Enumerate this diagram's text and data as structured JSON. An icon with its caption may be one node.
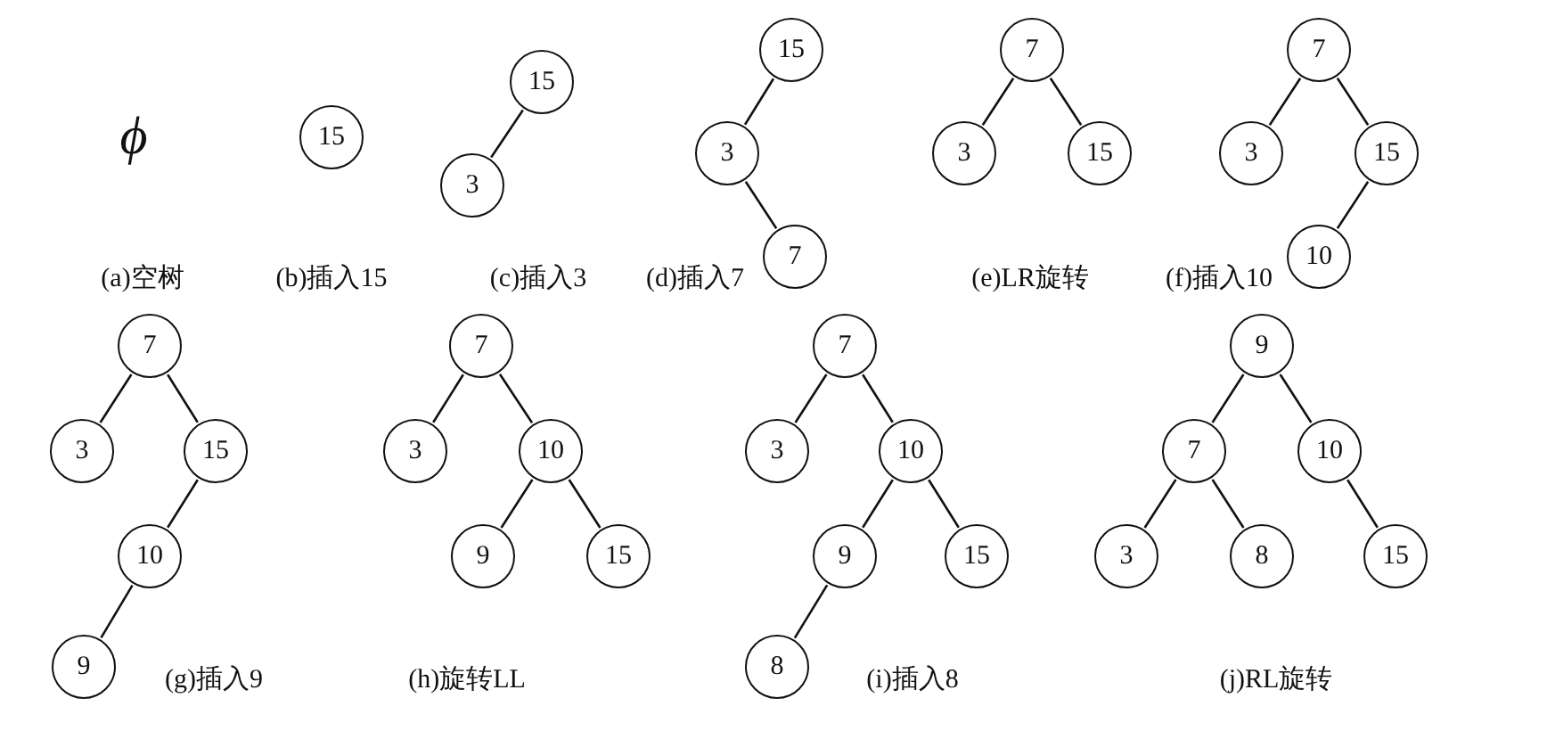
{
  "diagram": {
    "nodes": [
      {
        "text": [
          "15"
        ]
      },
      {
        "text": [
          "15"
        ]
      },
      {
        "text": [
          "3"
        ]
      },
      {
        "text": [
          "15"
        ]
      },
      {
        "text": [
          "3"
        ]
      },
      {
        "text": [
          "7"
        ]
      },
      {
        "text": [
          "7"
        ]
      },
      {
        "text": [
          "3"
        ]
      },
      {
        "text": [
          "15"
        ]
      },
      {
        "text": [
          "7"
        ]
      },
      {
        "text": [
          "3"
        ]
      },
      {
        "text": [
          "15"
        ]
      },
      {
        "text": [
          "10"
        ]
      },
      {
        "text": [
          "7"
        ]
      },
      {
        "text": [
          "3"
        ]
      },
      {
        "text": [
          "15"
        ]
      },
      {
        "text": [
          "10"
        ]
      },
      {
        "text": [
          "9"
        ]
      },
      {
        "text": [
          "7"
        ]
      },
      {
        "text": [
          "3"
        ]
      },
      {
        "text": [
          "10"
        ]
      },
      {
        "text": [
          "9"
        ]
      },
      {
        "text": [
          "15"
        ]
      },
      {
        "text": [
          "7"
        ]
      },
      {
        "text": [
          "3"
        ]
      },
      {
        "text": [
          "10"
        ]
      },
      {
        "text": [
          "9"
        ]
      },
      {
        "text": [
          "15"
        ]
      },
      {
        "text": [
          "8"
        ]
      },
      {
        "text": [
          "9"
        ]
      },
      {
        "text": [
          "7"
        ]
      },
      {
        "text": [
          "10"
        ]
      },
      {
        "text": [
          "3"
        ]
      },
      {
        "text": [
          "8"
        ]
      },
      {
        "text": [
          "15"
        ]
      }
    ],
    "edges": [
      {
        "from": 1,
        "to": 2,
        "arrow": "none"
      },
      {
        "from": 3,
        "to": 4,
        "arrow": "none"
      },
      {
        "from": 4,
        "to": 5,
        "arrow": "none"
      },
      {
        "from": 6,
        "to": 7,
        "arrow": "none"
      },
      {
        "from": 6,
        "to": 8,
        "arrow": "none"
      },
      {
        "from": 9,
        "to": 10,
        "arrow": "none"
      },
      {
        "from": 9,
        "to": 11,
        "arrow": "none"
      },
      {
        "from": 11,
        "to": 12,
        "arrow": "none"
      },
      {
        "from": 13,
        "to": 14,
        "arrow": "none"
      },
      {
        "from": 13,
        "to": 15,
        "arrow": "none"
      },
      {
        "from": 15,
        "to": 16,
        "arrow": "none"
      },
      {
        "from": 16,
        "to": 17,
        "arrow": "none"
      },
      {
        "from": 18,
        "to": 19,
        "arrow": "none"
      },
      {
        "from": 18,
        "to": 20,
        "arrow": "none"
      },
      {
        "from": 20,
        "to": 21,
        "arrow": "none"
      },
      {
        "from": 20,
        "to": 22,
        "arrow": "none"
      },
      {
        "from": 23,
        "to": 24,
        "arrow": "none"
      },
      {
        "from": 23,
        "to": 25,
        "arrow": "none"
      },
      {
        "from": 25,
        "to": 26,
        "arrow": "none"
      },
      {
        "from": 25,
        "to": 27,
        "arrow": "none"
      },
      {
        "from": 26,
        "to": 28,
        "arrow": "none"
      },
      {
        "from": 29,
        "to": 30,
        "arrow": "none"
      },
      {
        "from": 29,
        "to": 31,
        "arrow": "none"
      },
      {
        "from": 30,
        "to": 32,
        "arrow": "none"
      },
      {
        "from": 30,
        "to": 33,
        "arrow": "none"
      },
      {
        "from": 31,
        "to": 34,
        "arrow": "none"
      }
    ],
    "labels": [
      "ϕ",
      "(a)空树",
      "(b)插入15",
      "(c)插入3",
      "(d)插入7",
      "(e)LR旋转",
      "(f)插入10",
      "(g)插入9",
      "(h)旋转LL",
      "(i)插入8",
      "(j)RL旋转"
    ]
  }
}
